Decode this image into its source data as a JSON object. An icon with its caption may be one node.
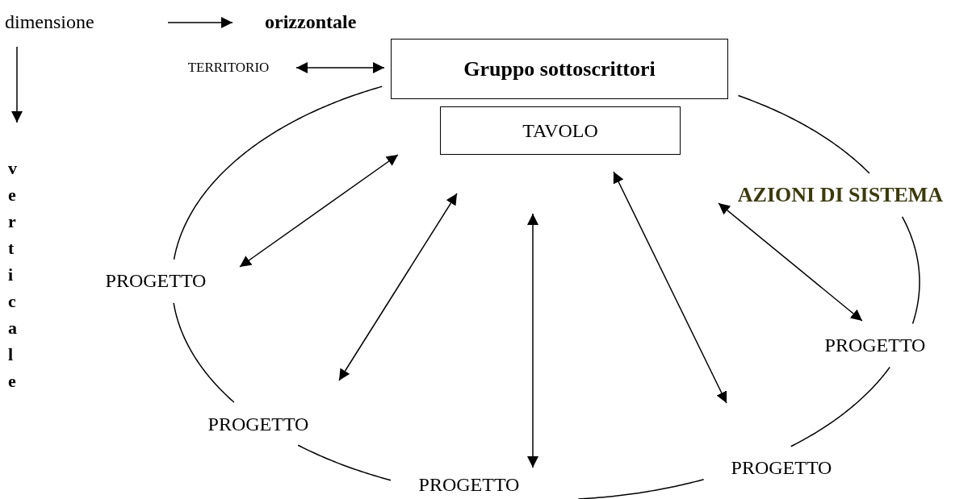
{
  "diagram": {
    "nodes": [
      {
        "text": [
          "Gruppo sottoscrittori"
        ]
      },
      {
        "text": [
          "TAVOLO"
        ]
      },
      {
        "text": [
          "TERRITORIO"
        ]
      },
      {
        "text": [
          "AZIONI DI SISTEMA"
        ]
      },
      {
        "text": [
          "PROGETTO"
        ]
      },
      {
        "text": [
          "PROGETTO"
        ]
      },
      {
        "text": [
          "PROGETTO"
        ]
      },
      {
        "text": [
          "PROGETTO"
        ]
      },
      {
        "text": [
          "PROGETTO"
        ]
      }
    ],
    "edges": [
      {
        "from": 2,
        "to": 0,
        "arrow": "both"
      },
      {
        "from": 4,
        "to": 1,
        "arrow": "both"
      },
      {
        "from": 5,
        "to": 1,
        "arrow": "both"
      },
      {
        "from": 6,
        "to": 1,
        "arrow": "both"
      },
      {
        "from": 7,
        "to": 1,
        "arrow": "both"
      },
      {
        "from": 8,
        "to": 3,
        "arrow": "both"
      }
    ],
    "labels": [
      "dimensione",
      "orizzontale",
      "verticale"
    ]
  }
}
